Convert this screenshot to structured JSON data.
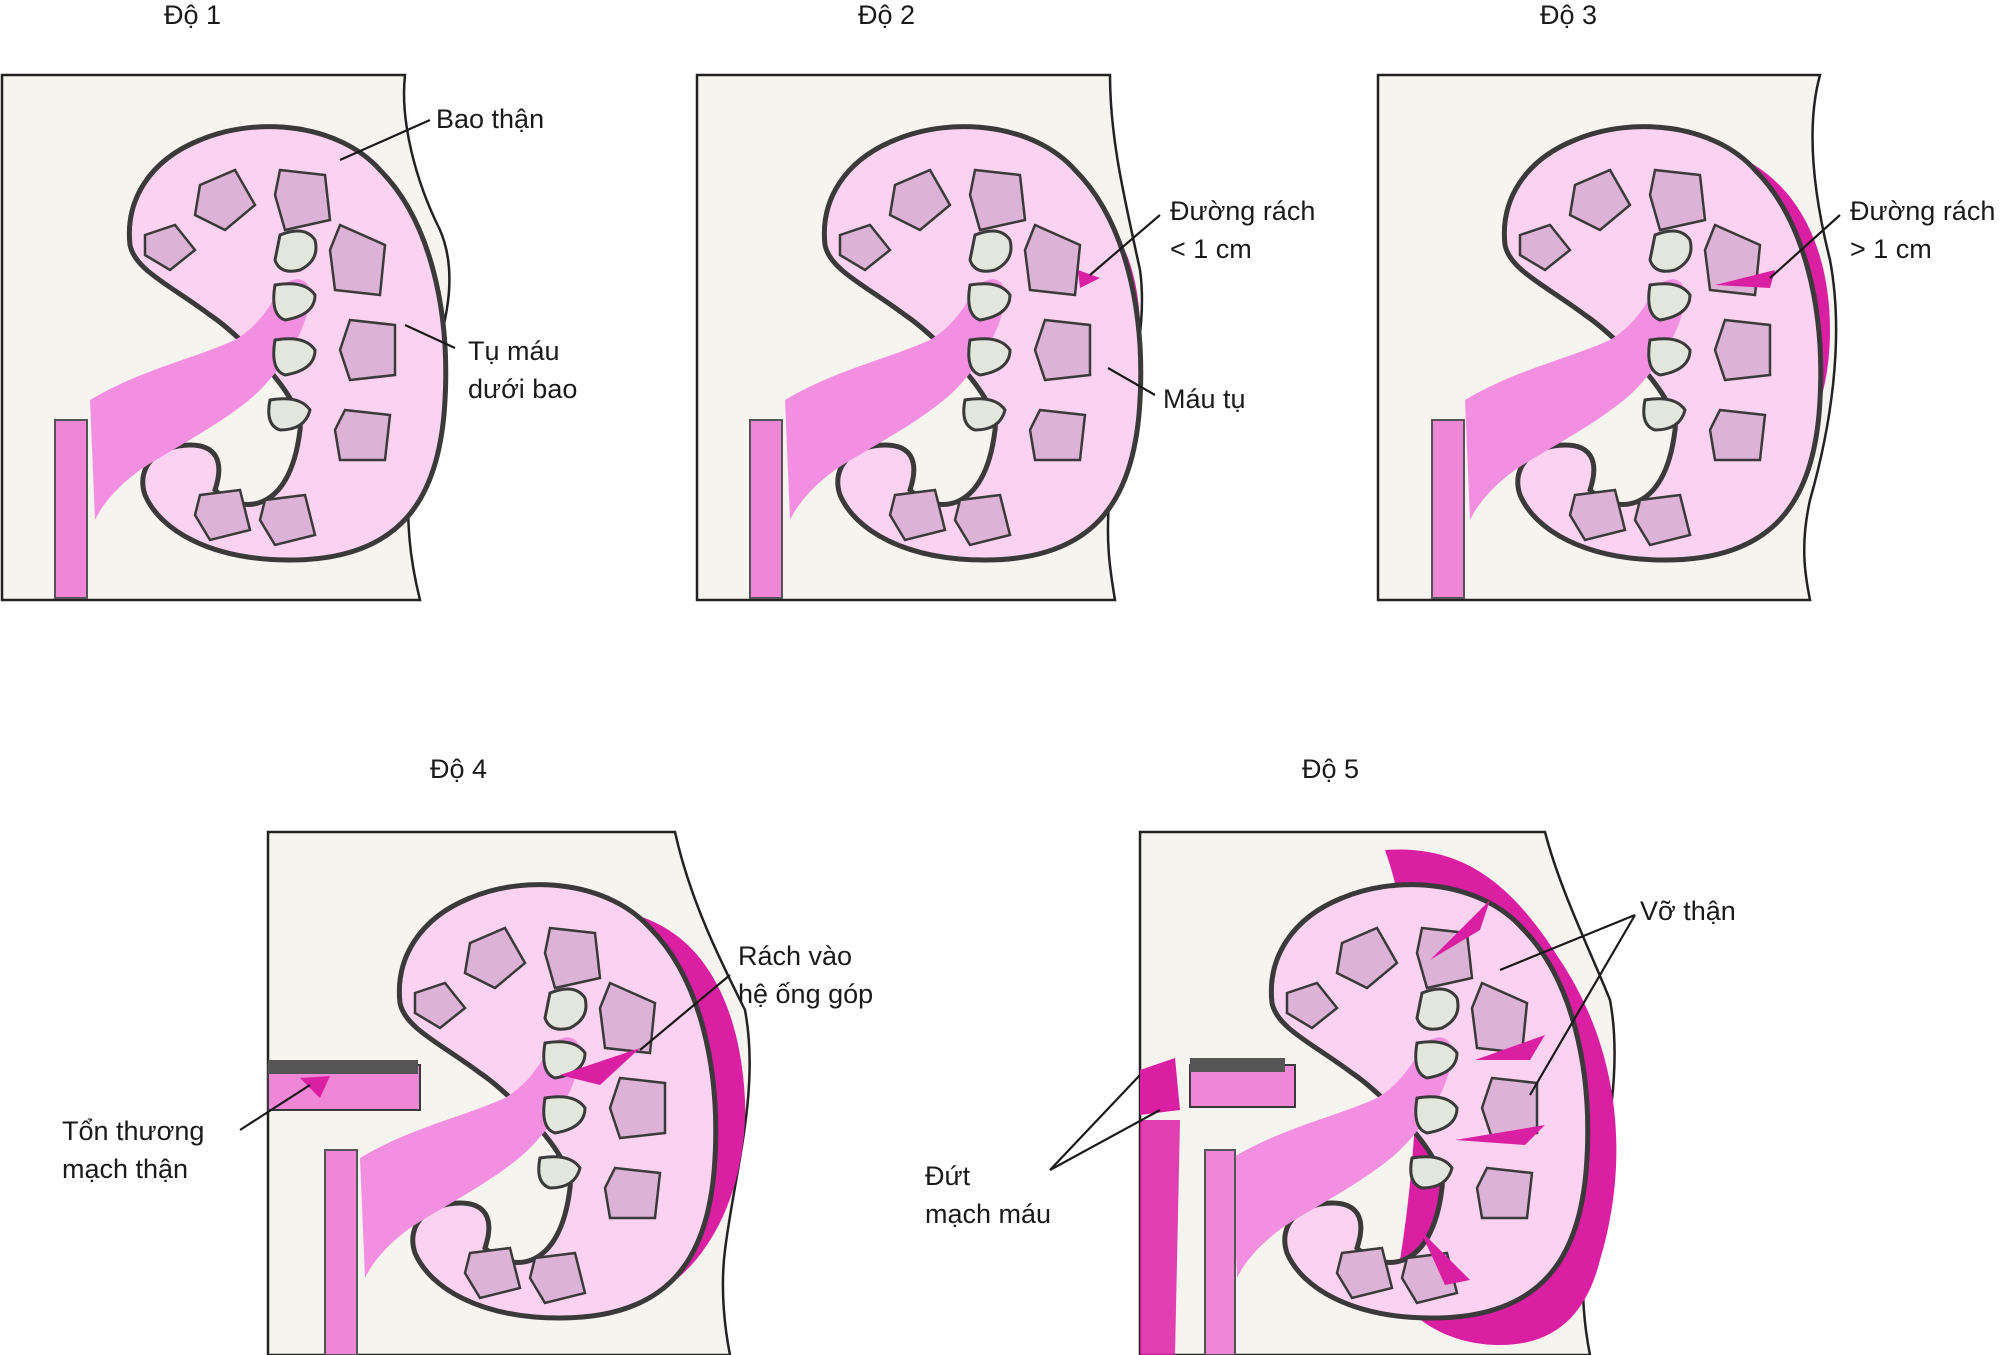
{
  "figure": {
    "panels": [
      {
        "id": "grade-1",
        "title": "Độ 1",
        "labels": {
          "capsule_line1": "Bao thận",
          "hematoma_line1": "Tụ máu",
          "hematoma_line2": "dưới bao"
        }
      },
      {
        "id": "grade-2",
        "title": "Độ 2",
        "labels": {
          "laceration_line1": "Đường rách",
          "laceration_line2": "< 1 cm",
          "hematoma_line1": "Máu tụ"
        }
      },
      {
        "id": "grade-3",
        "title": "Độ 3",
        "labels": {
          "laceration_line1": "Đường rách",
          "laceration_line2": "> 1 cm"
        }
      },
      {
        "id": "grade-4",
        "title": "Độ 4",
        "labels": {
          "collecting_line1": "Rách vào",
          "collecting_line2": "hệ ống góp",
          "vascular_line1": "Tổn thương",
          "vascular_line2": "mạch thận"
        }
      },
      {
        "id": "grade-5",
        "title": "Độ 5",
        "labels": {
          "shattered_line1": "Vỡ thận",
          "avulsion_line1": "Đứt",
          "avulsion_line2": "mạch máu"
        }
      }
    ],
    "colors": {
      "background_tissue": "#f6f4ee",
      "outline": "#3a3a3a",
      "capsule": "#555555",
      "cortex": "#fbd3f0",
      "pelvis": "#f28fe0",
      "ureter": "#ef86d6",
      "pyramid": "#dcb2d6",
      "calyx_inner": "#e3e6dd",
      "hematoma": "#da1fa3"
    }
  }
}
